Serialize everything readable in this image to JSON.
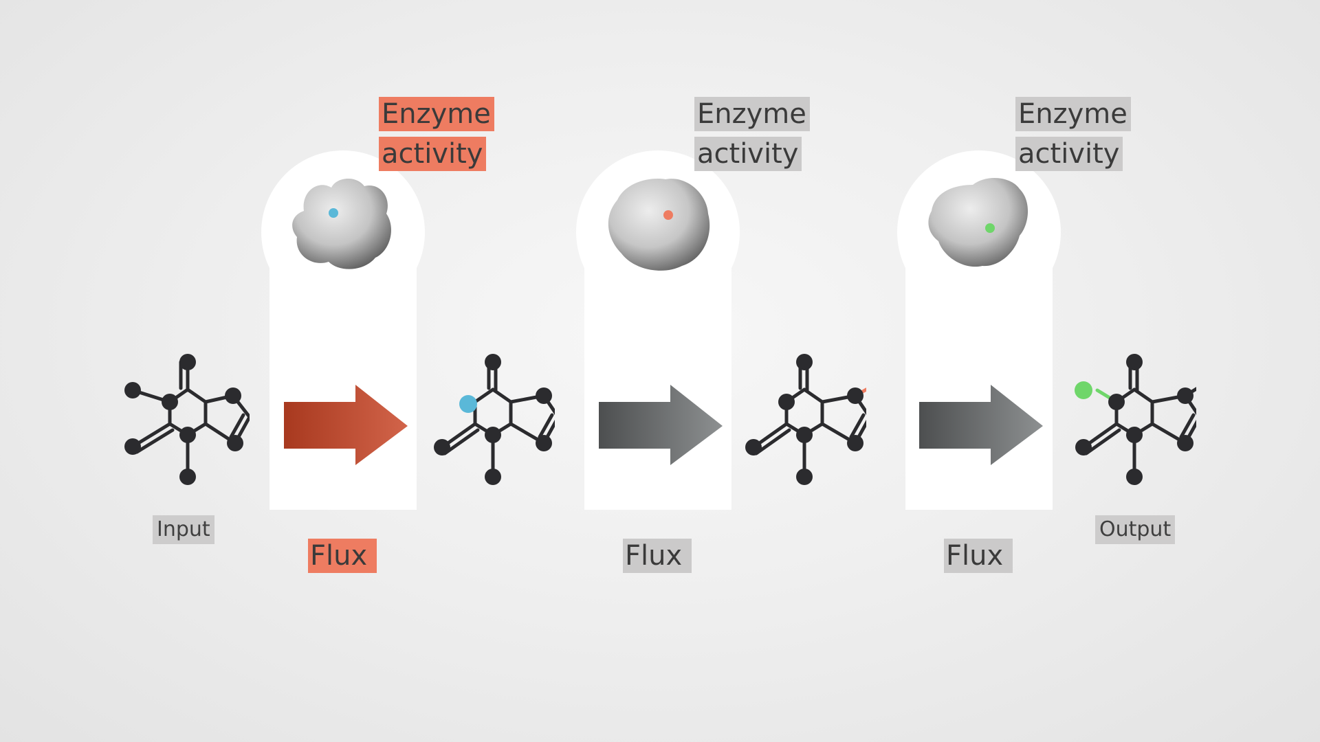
{
  "colors": {
    "active": "#ee7c61",
    "inactive": "#cbcaca",
    "active_arrow": "#b94a2c",
    "inactive_arrow": "#6f7273",
    "atom": "#2b2b2e",
    "blue_group": "#5ab8d8",
    "orange_group": "#ee7c61",
    "green_group": "#6fd66a"
  },
  "steps": [
    {
      "enzyme_label_line1": "Enzyme",
      "enzyme_label_line2": "activity",
      "flux_label": "Flux",
      "state": "active",
      "site_color": "blue"
    },
    {
      "enzyme_label_line1": "Enzyme",
      "enzyme_label_line2": "activity",
      "flux_label": "Flux",
      "state": "inactive",
      "site_color": "orange"
    },
    {
      "enzyme_label_line1": "Enzyme",
      "enzyme_label_line2": "activity",
      "flux_label": "Flux",
      "state": "inactive",
      "site_color": "green"
    }
  ],
  "input_label": "Input",
  "output_label": "Output",
  "icons": [
    "molecule-icon",
    "enzyme-icon",
    "arrow-icon"
  ]
}
